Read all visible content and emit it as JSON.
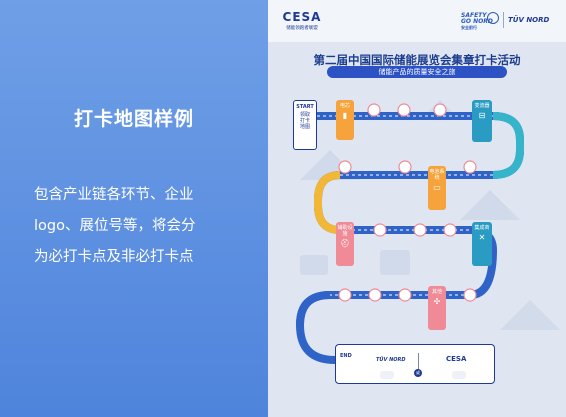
{
  "left_panel": {
    "heading": "打卡地图样例",
    "lines": [
      "包含产业链各环节、企业",
      "logo、展位号等，将会分",
      "为必打卡点及非必打卡点"
    ]
  },
  "poster": {
    "org_logo": "CESA",
    "org_sub": "储能领跑者联盟",
    "partner_line1": "SAFETY",
    "partner_line2": "GO NORD",
    "partner_sub": "安全前行",
    "tuv": "TÜV NORD",
    "title": "第二届中国国际储能展览会集章打卡活动",
    "subtitle": "储能产品的质量安全之旅",
    "start": {
      "label": "START",
      "text": [
        "领取",
        "打卡",
        "地图"
      ]
    },
    "nodes": [
      {
        "label": "电芯",
        "icon": "battery-cell-icon",
        "color": "#f5a33a"
      },
      {
        "label": "变流器",
        "icon": "converter-icon",
        "color": "#2a9cc4"
      },
      {
        "label": "电池系统",
        "icon": "battery-system-icon",
        "color": "#f5a33a"
      },
      {
        "label": "辅助设施",
        "icon": "hydrant-icon",
        "color": "#ef8a96"
      },
      {
        "label": "集成商",
        "icon": "tools-icon",
        "color": "#2a9cc4"
      },
      {
        "label": "其他",
        "icon": "wind-icon",
        "color": "#ef8a96"
      }
    ],
    "end": {
      "label": "END",
      "logo1": "TÜV NORD",
      "logo2": "CESA",
      "or": "或"
    },
    "colors": {
      "blue_track": "#2f63c8",
      "cyan_track": "#36b4ca",
      "yellow_track": "#f2b737",
      "pink_track": "#ef8a96"
    }
  }
}
